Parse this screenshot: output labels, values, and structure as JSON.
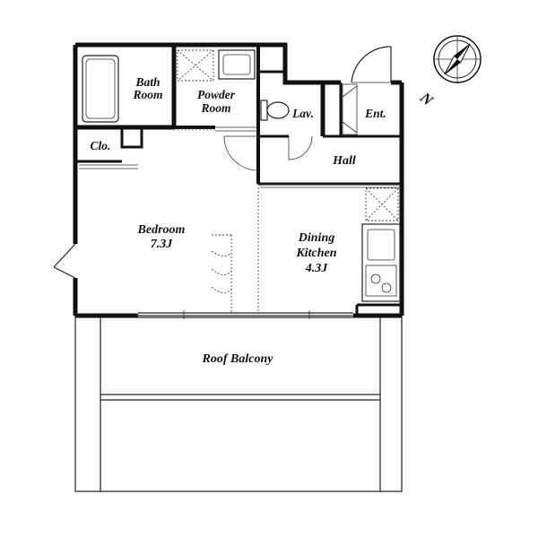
{
  "rooms": {
    "bath": [
      "Bath",
      "Room"
    ],
    "powder": [
      "Powder",
      "Room"
    ],
    "lavatory": "Lav.",
    "entrance": "Ent.",
    "closet": "Clo.",
    "hall": "Hall",
    "bedroom": [
      "Bedroom",
      "7.3J"
    ],
    "dining_kitchen": [
      "Dining",
      "Kitchen",
      "4.3J"
    ],
    "balcony": "Roof Balcony"
  },
  "compass": {
    "north_label": "N"
  }
}
